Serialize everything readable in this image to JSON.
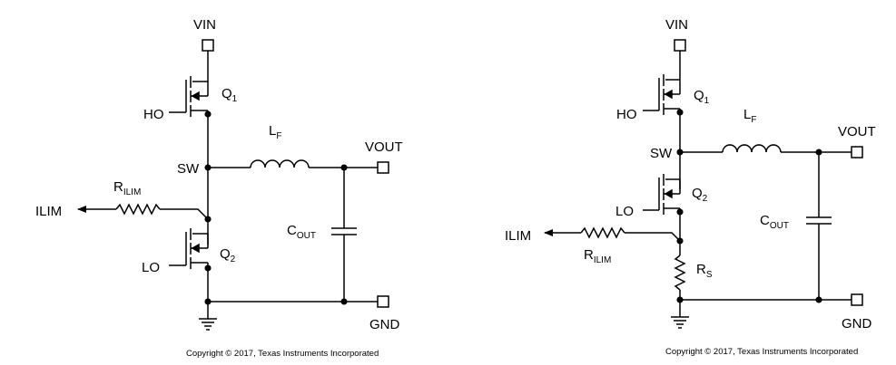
{
  "left_circuit": {
    "vin": "VIN",
    "q1": {
      "main": "Q",
      "sub": "1"
    },
    "ho": "HO",
    "sw": "SW",
    "lf": {
      "main": "L",
      "sub": "F"
    },
    "vout": "VOUT",
    "rilim": {
      "main": "R",
      "sub": "ILIM"
    },
    "ilim": "ILIM",
    "cout": {
      "main": "C",
      "sub": "OUT"
    },
    "q2": {
      "main": "Q",
      "sub": "2"
    },
    "lo": "LO",
    "gnd": "GND",
    "copyright": "Copyright © 2017, Texas Instruments Incorporated"
  },
  "right_circuit": {
    "vin": "VIN",
    "q1": {
      "main": "Q",
      "sub": "1"
    },
    "ho": "HO",
    "lf": {
      "main": "L",
      "sub": "F"
    },
    "vout": "VOUT",
    "sw": "SW",
    "q2": {
      "main": "Q",
      "sub": "2"
    },
    "lo": "LO",
    "cout": {
      "main": "C",
      "sub": "OUT"
    },
    "ilim": "ILIM",
    "rilim": {
      "main": "R",
      "sub": "ILIM"
    },
    "rs": {
      "main": "R",
      "sub": "S"
    },
    "gnd": "GND",
    "copyright": "Copyright © 2017, Texas Instruments Incorporated"
  }
}
